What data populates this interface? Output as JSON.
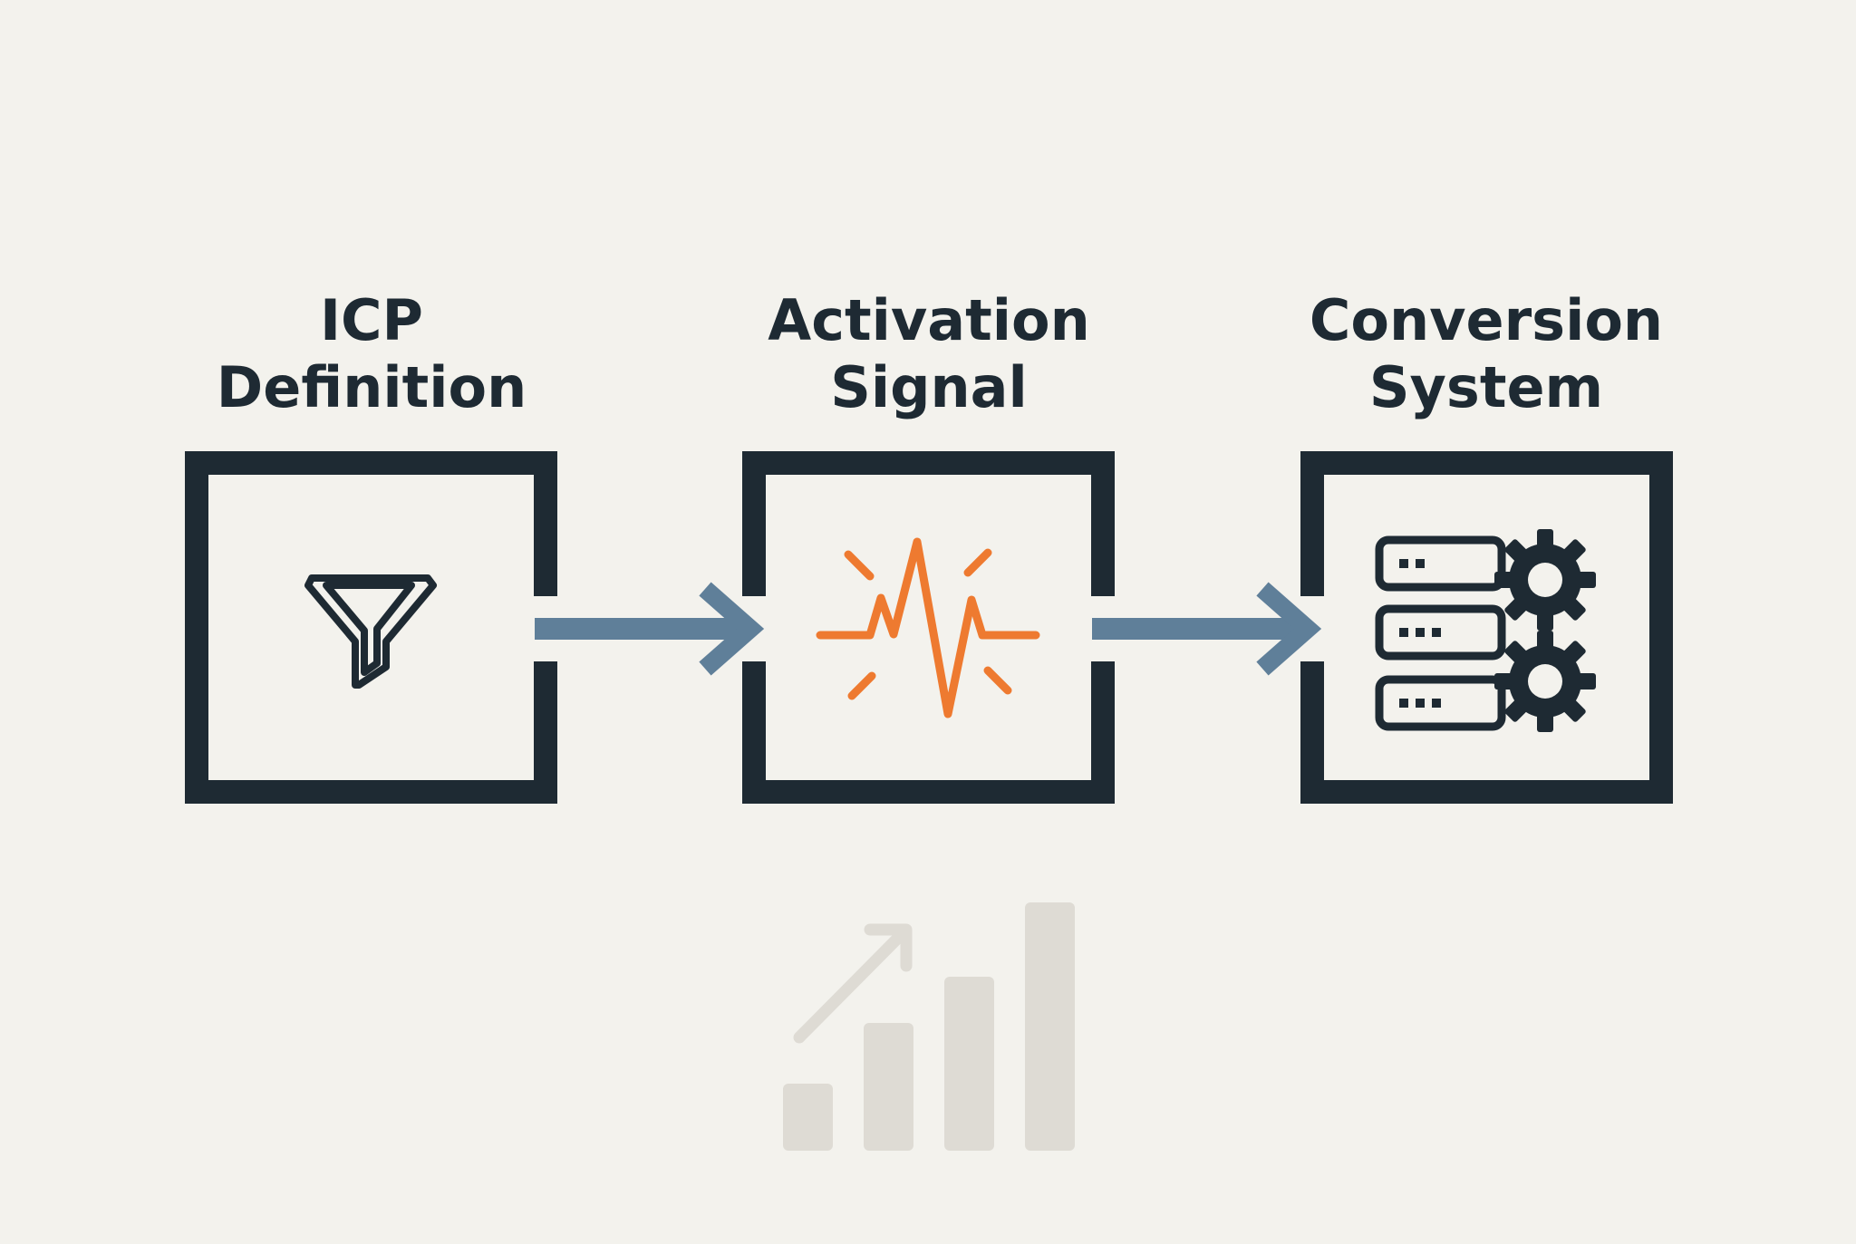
{
  "stages": [
    {
      "title_line1": "ICP",
      "title_line2": "Definition",
      "icon": "funnel-icon"
    },
    {
      "title_line1": "Activation",
      "title_line2": "Signal",
      "icon": "pulse-signal-icon"
    },
    {
      "title_line1": "Conversion",
      "title_line2": "System",
      "icon": "server-gears-icon"
    }
  ],
  "decoration": {
    "icon": "growth-bar-chart-icon"
  },
  "colors": {
    "background": "#f3f2ed",
    "frame": "#1e2a33",
    "arrow": "#5f7f99",
    "signal": "#ee7a30",
    "decor": "#dedbd4"
  }
}
